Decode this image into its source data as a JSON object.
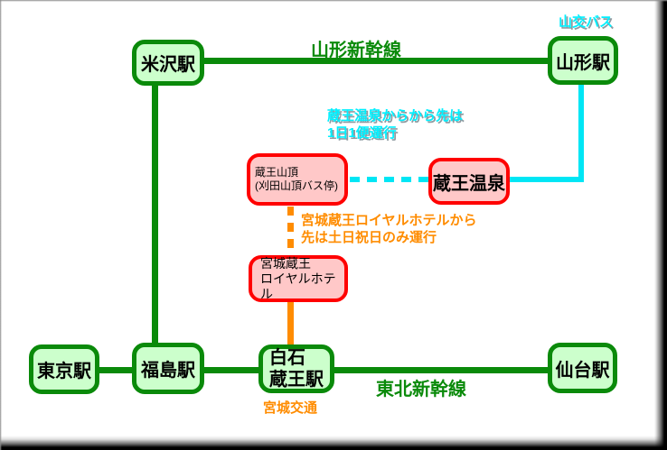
{
  "colors": {
    "rail_green": "#0a8a0a",
    "station_fill": "#ccffcc",
    "bus_red": "#ff0000",
    "stop_fill": "#ffc8c8",
    "bus_cyan": "#00e6f5",
    "cyan_text": "#00f0ff",
    "bus_orange": "#ff8c00"
  },
  "stations": {
    "yonezawa": {
      "label": "米沢駅"
    },
    "yamagata": {
      "label": "山形駅"
    },
    "tokyo": {
      "label": "東京駅"
    },
    "fukushima": {
      "label": "福島駅"
    },
    "shiroishi_zao": {
      "label": "白石\n蔵王駅"
    },
    "sendai": {
      "label": "仙台駅"
    }
  },
  "bus_stops": {
    "zao_sancho": {
      "label": "蔵王山頂\n(刈田山頂バス停)"
    },
    "zao_onsen": {
      "label": "蔵王温泉"
    },
    "royal_hotel": {
      "label": "宮城蔵王\nロイヤルホテル"
    }
  },
  "line_labels": {
    "yamagata_shinkansen": "山形新幹線",
    "tohoku_shinkansen": "東北新幹線",
    "yamako_bus": "山交バス",
    "miyagi_kotsu": "宮城交通"
  },
  "notes": {
    "zao_onsen_note": "蔵王温泉からから先は\n1日1便運行",
    "royal_hotel_note": "宮城蔵王ロイヤルホテルから\n先は土日祝日のみ運行"
  }
}
